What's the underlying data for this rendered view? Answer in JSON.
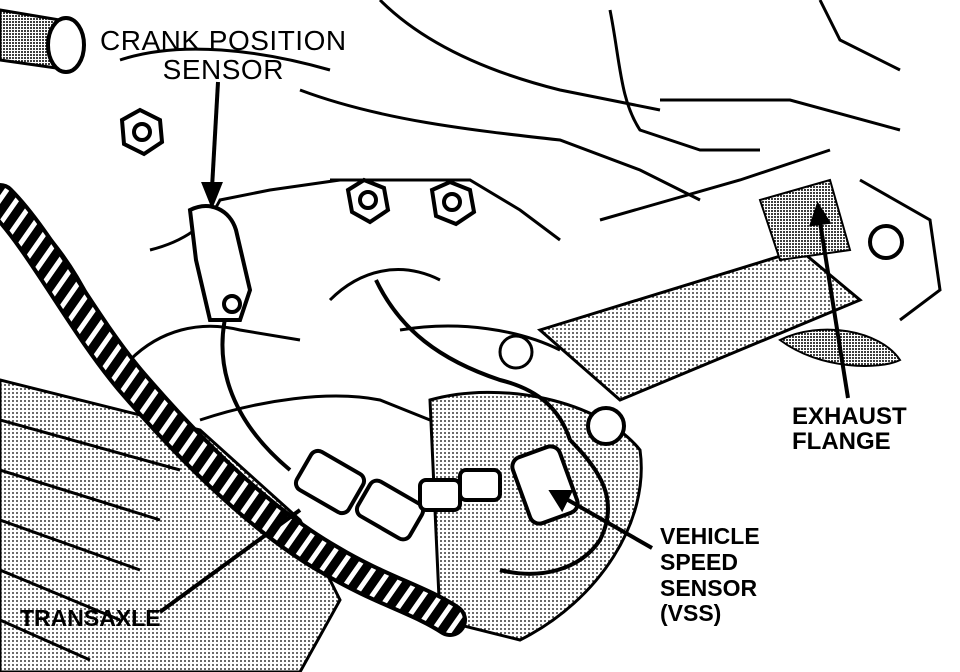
{
  "labels": {
    "crank_line1": "CRANK POSITION",
    "crank_line2": "SENSOR",
    "exhaust_line1": "EXHAUST",
    "exhaust_line2": "FLANGE",
    "vss_line1": "VEHICLE",
    "vss_line2": "SPEED",
    "vss_line3": "SENSOR",
    "vss_line4": "(VSS)",
    "transaxle": "TRANSAXLE"
  },
  "colors": {
    "ink": "#000000",
    "paper": "#ffffff",
    "shade": "#bdbdbd"
  }
}
